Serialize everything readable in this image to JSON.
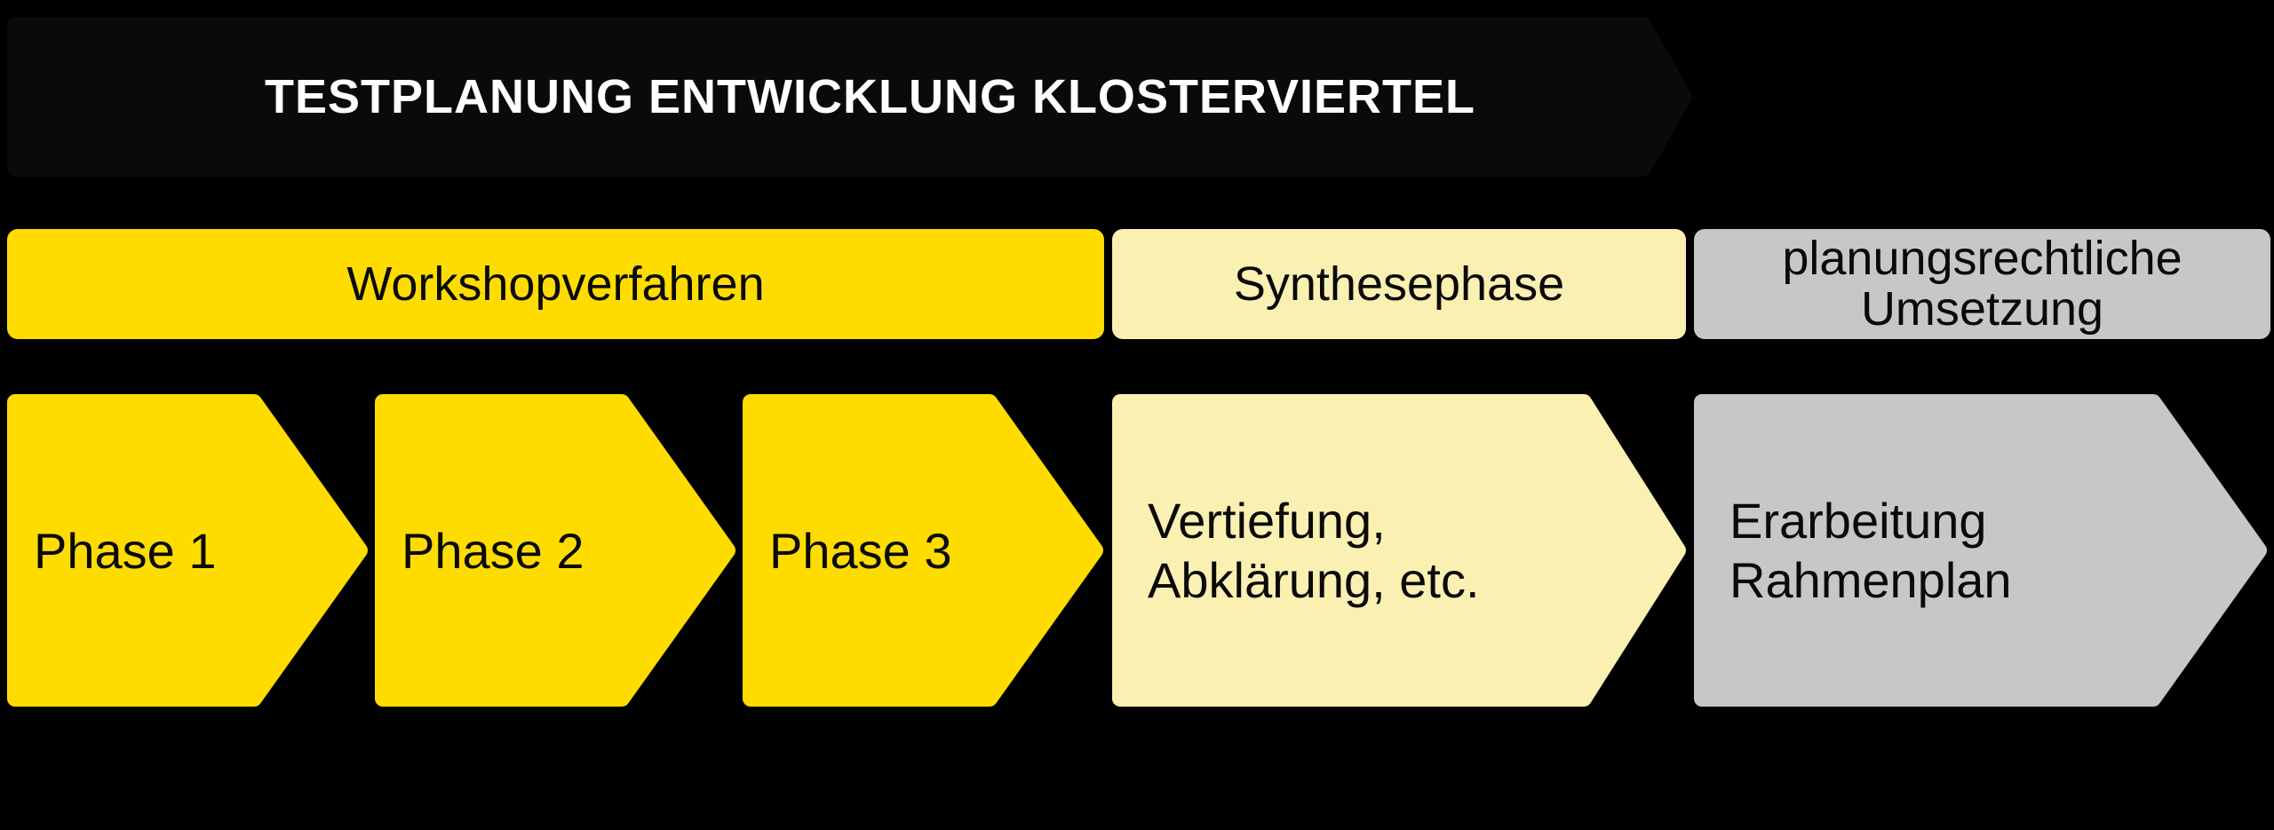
{
  "palette": {
    "background": "#000000",
    "banner_fill": "#0A0A0A",
    "bright_yellow": "#FFDC00",
    "pale_yellow": "#FAF0B2",
    "gray": "#C7C7C7",
    "title_text": "#FFFFFF",
    "label_text": "#0A0A0A"
  },
  "banner": {
    "title": "TESTPLANUNG ENTWICKLUNG KLOSTERVIERTEL"
  },
  "header_bars": [
    {
      "id": "workshopverfahren",
      "label": "Workshopverfahren",
      "color": "#FFDC00"
    },
    {
      "id": "synthesephase",
      "label": "Synthesephase",
      "color": "#FAF0B2"
    },
    {
      "id": "planungsrechtliche-umsetzung",
      "label_line1": "planungsrechtliche",
      "label_line2": "Umsetzung",
      "color": "#C7C7C7"
    }
  ],
  "process_arrows": [
    {
      "id": "phase-1",
      "label": "Phase 1",
      "group": "Workshopverfahren",
      "color": "#FFDC00"
    },
    {
      "id": "phase-2",
      "label": "Phase 2",
      "group": "Workshopverfahren",
      "color": "#FFDC00"
    },
    {
      "id": "phase-3",
      "label": "Phase 3",
      "group": "Workshopverfahren",
      "color": "#FFDC00"
    },
    {
      "id": "vertiefung",
      "label_line1": "Vertiefung,",
      "label_line2": "Abklärung, etc.",
      "group": "Synthesephase",
      "color": "#FAF0B2"
    },
    {
      "id": "erarbeitung-rahmenplan",
      "label_line1": "Erarbeitung",
      "label_line2": "Rahmenplan",
      "group": "planungsrechtliche Umsetzung",
      "color": "#C7C7C7"
    }
  ]
}
